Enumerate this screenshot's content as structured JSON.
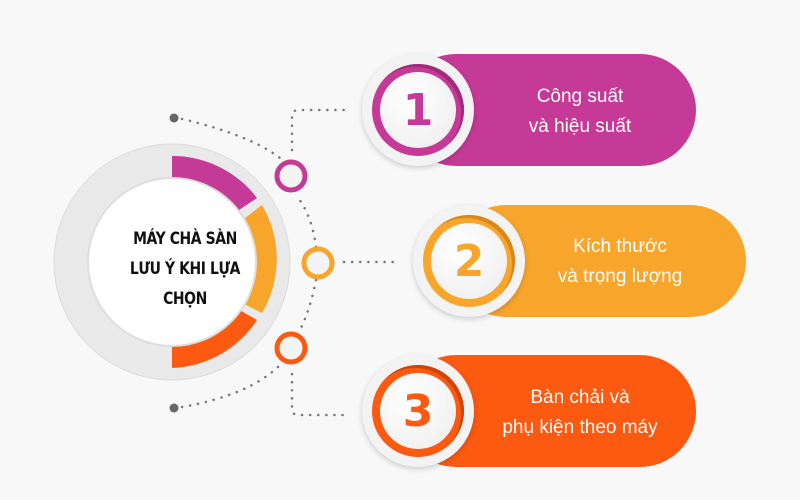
{
  "center": {
    "title_line1": "MÁY CHÀ SÀN",
    "title_line2": "LƯU Ý KHI LỰA CHỌN"
  },
  "colors": {
    "background": "#f8f8f8",
    "item1": "#c63a97",
    "item2": "#f8a52b",
    "item3": "#fc5a10",
    "connector": "#666666"
  },
  "items": [
    {
      "number": "1",
      "line1": "Công suất",
      "line2": "và hiệu suất"
    },
    {
      "number": "2",
      "line1": "Kích thước",
      "line2": "và trọng lượng"
    },
    {
      "number": "3",
      "line1": "Bàn chải và",
      "line2": "phụ kiện theo máy"
    }
  ]
}
